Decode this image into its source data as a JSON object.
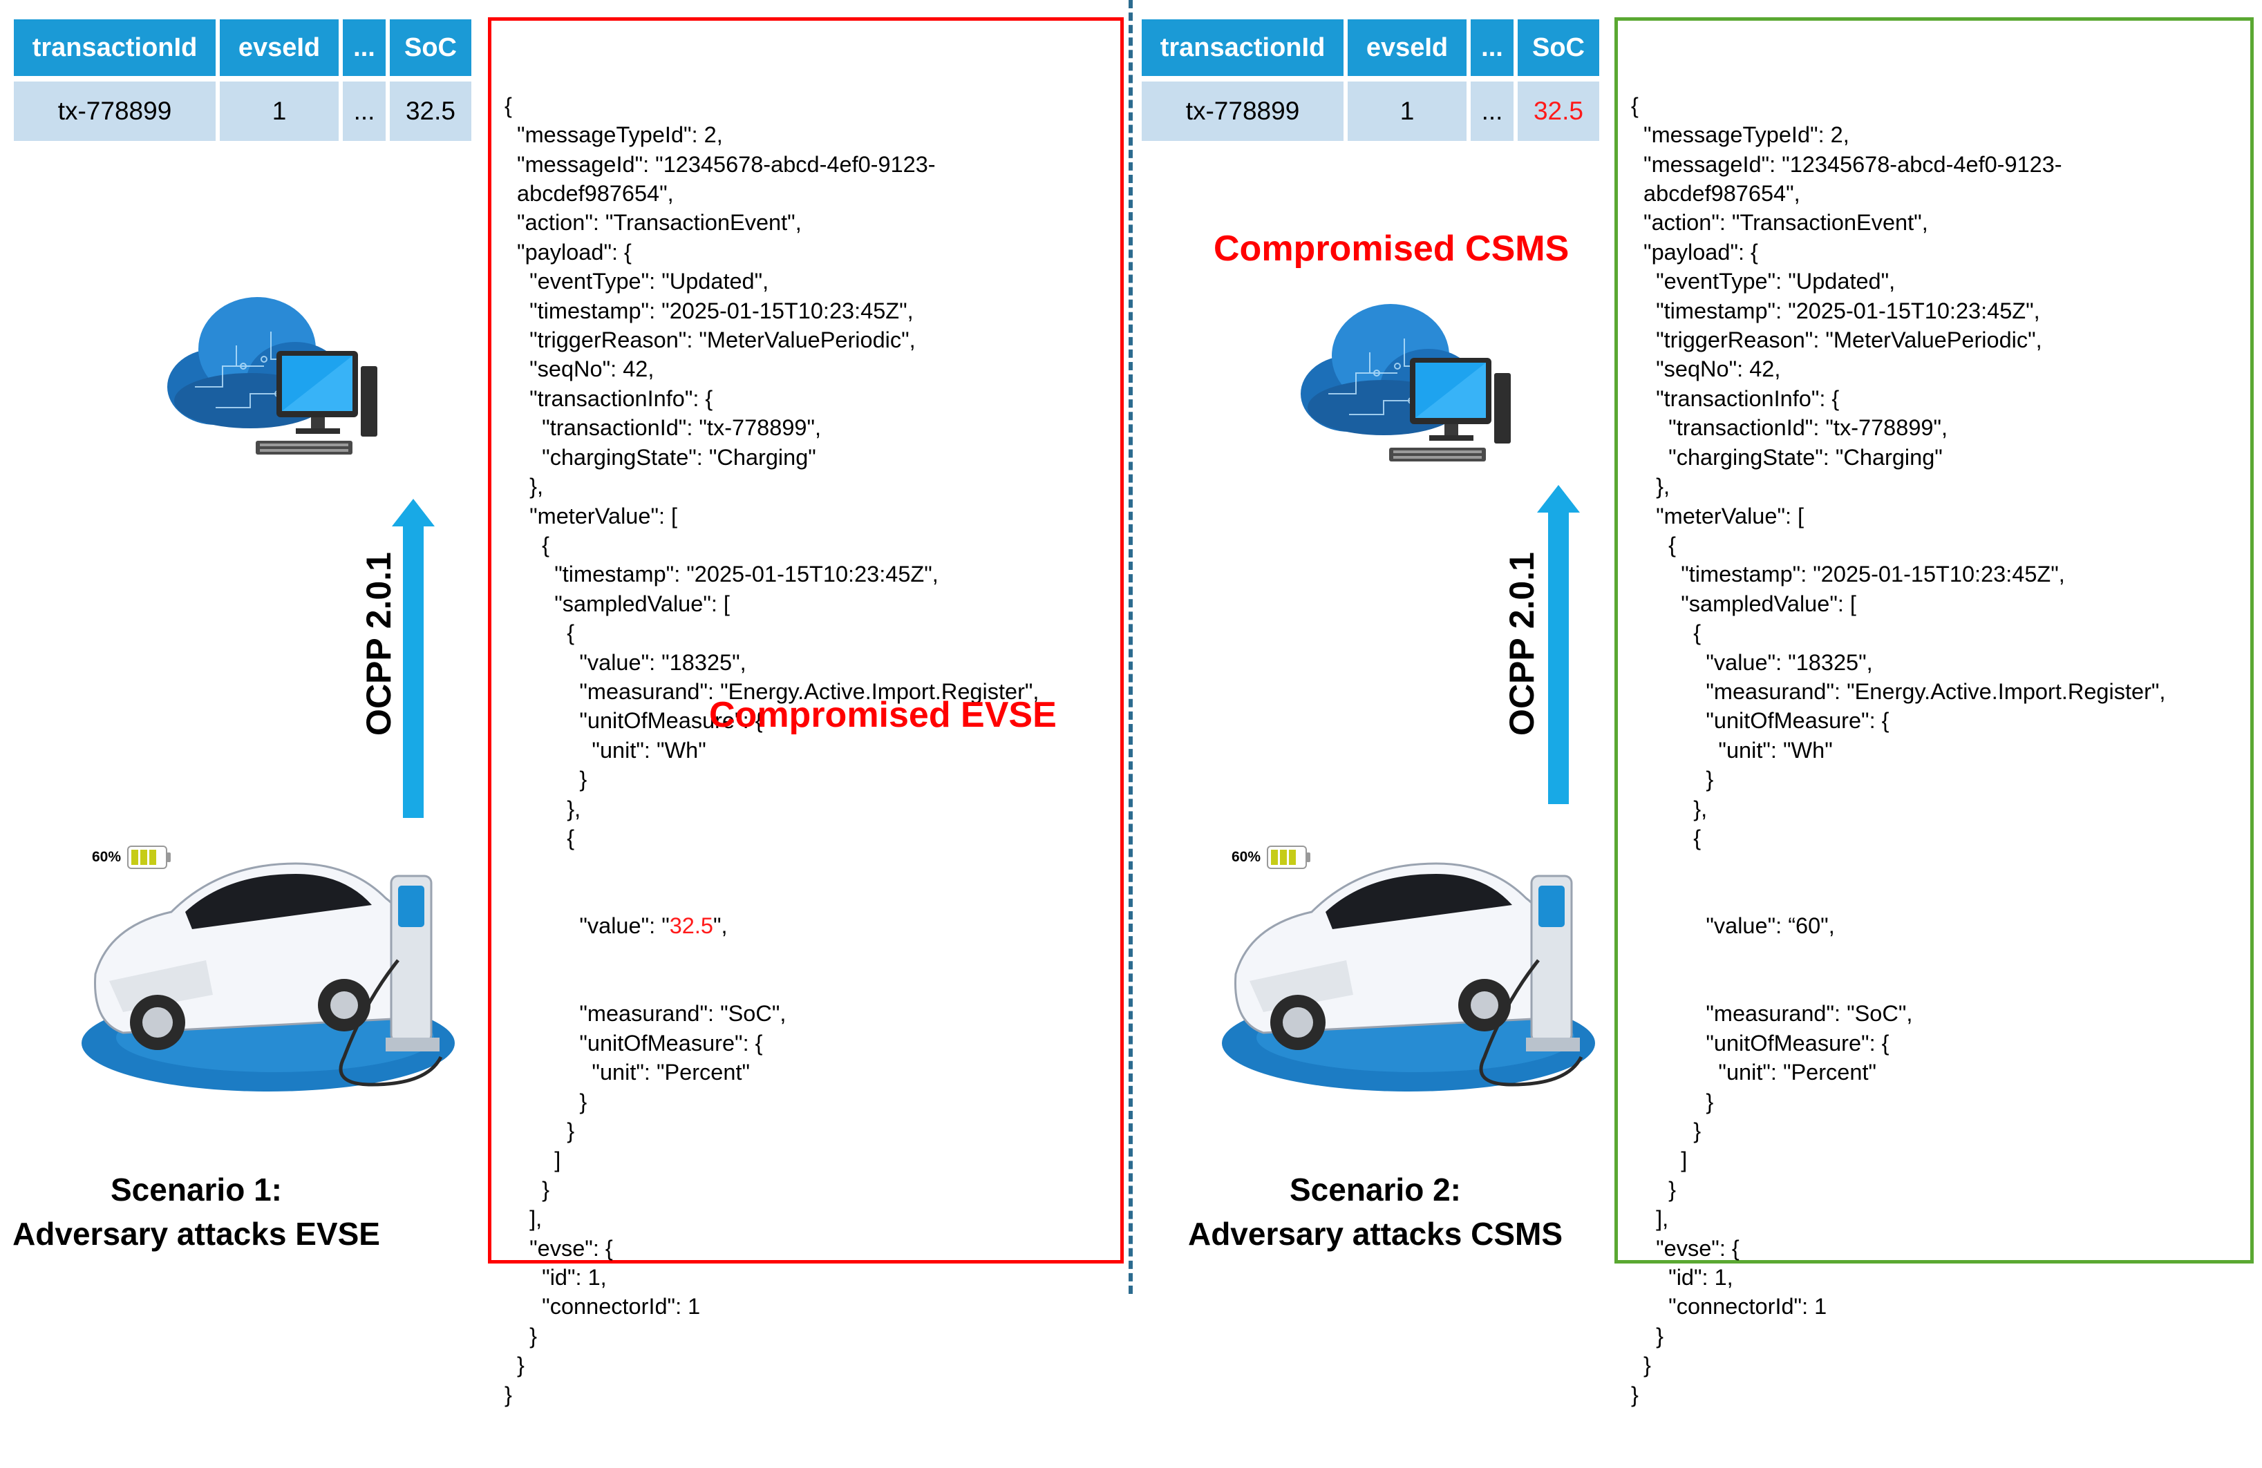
{
  "columns": [
    "transactionId",
    "evseId",
    "...",
    "SoC"
  ],
  "scenario1": {
    "row": [
      "tx-778899",
      "1",
      "...",
      "32.5"
    ],
    "box_label": "Compromised EVSE",
    "protocol": "OCPP 2.0.1",
    "battery": "60%",
    "caption_line1": "Scenario 1:",
    "caption_line2": "Adversary attacks EVSE",
    "soc_value": "32.5"
  },
  "scenario2": {
    "row": [
      "tx-778899",
      "1",
      "...",
      "32.5"
    ],
    "server_label": "Compromised CSMS",
    "protocol": "OCPP 2.0.1",
    "battery": "60%",
    "caption_line1": "Scenario 2:",
    "caption_line2": "Adversary attacks CSMS",
    "soc_value": "“60"
  },
  "json_lines_a": [
    "{",
    "  \"messageTypeId\": 2,",
    "  \"messageId\": \"12345678-abcd-4ef0-9123-",
    "  abcdef987654\",",
    "  \"action\": \"TransactionEvent\",",
    "  \"payload\": {",
    "    \"eventType\": \"Updated\",",
    "    \"timestamp\": \"2025-01-15T10:23:45Z\",",
    "    \"triggerReason\": \"MeterValuePeriodic\",",
    "    \"seqNo\": 42,",
    "    \"transactionInfo\": {",
    "      \"transactionId\": \"tx-778899\",",
    "      \"chargingState\": \"Charging\"",
    "    },",
    "    \"meterValue\": [",
    "      {",
    "        \"timestamp\": \"2025-01-15T10:23:45Z\",",
    "        \"sampledValue\": [",
    "          {",
    "            \"value\": \"18325\",",
    "            \"measurand\": \"Energy.Active.Import.Register\",",
    "            \"unitOfMeasure\": {",
    "              \"unit\": \"Wh\"",
    "            }",
    "          },",
    "          {"
  ],
  "json_value_prefix": "            \"value\": ",
  "json_value_suffix_1": "\",",
  "json_value_suffix_2": "\",",
  "json_lines_b": [
    "            \"measurand\": \"SoC\",",
    "            \"unitOfMeasure\": {",
    "              \"unit\": \"Percent\"",
    "            }",
    "          }",
    "        ]",
    "      }",
    "    ],",
    "    \"evse\": {",
    "      \"id\": 1,",
    "      \"connectorId\": 1",
    "    }",
    "  }",
    "}"
  ],
  "colors": {
    "header": "#1b9ad6",
    "cell": "#c8ddee",
    "alert": "#ff0000",
    "safe_border": "#5aa832",
    "arrow": "#18a9e6"
  }
}
